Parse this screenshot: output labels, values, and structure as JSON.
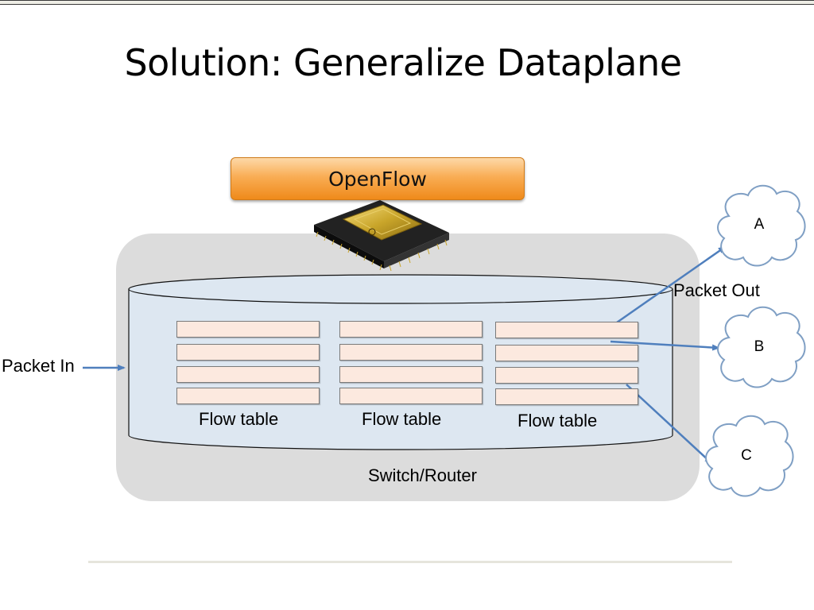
{
  "slide": {
    "title": "Solution: Generalize Dataplane"
  },
  "openflow": {
    "label": "OpenFlow"
  },
  "switch": {
    "label": "Switch/Router"
  },
  "flow_tables": [
    {
      "label": "Flow table"
    },
    {
      "label": "Flow table"
    },
    {
      "label": "Flow table"
    }
  ],
  "packet_in": {
    "label": "Packet In"
  },
  "packet_out": {
    "label": "Packet Out"
  },
  "destinations": [
    {
      "label": "A"
    },
    {
      "label": "B"
    },
    {
      "label": "C"
    }
  ],
  "colors": {
    "switch_fill": "#dcdcdc",
    "cylinder_fill": "#dde7f1",
    "row_fill": "#fce9df",
    "arrow": "#4f7fbd",
    "openflow_orange": "#f9ad55",
    "chip_gold": "#c9a52a"
  }
}
